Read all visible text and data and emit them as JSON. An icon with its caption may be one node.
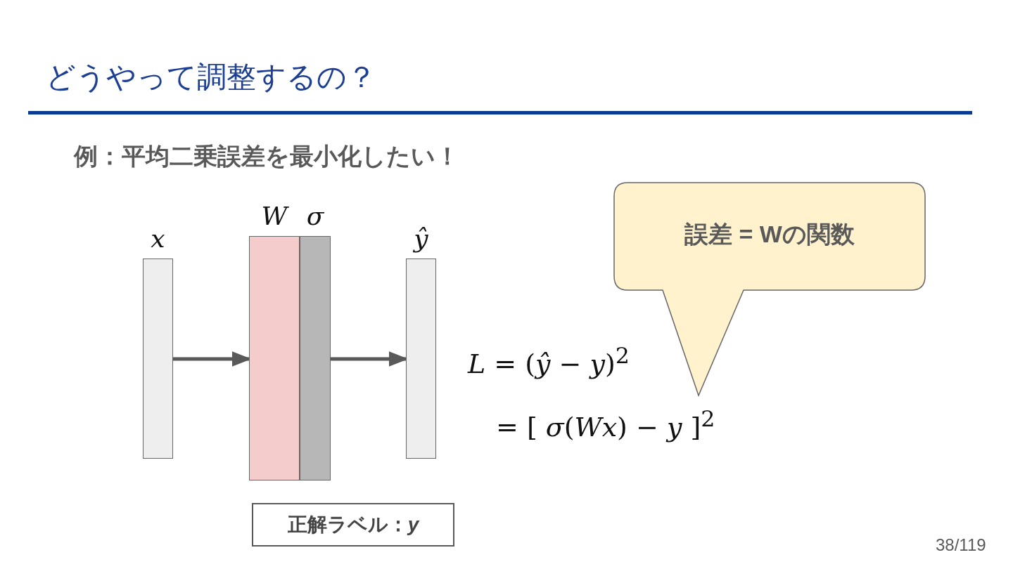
{
  "diagram": {
    "title": "どうやって調整するの？",
    "nodes": [
      {
        "text": [
          "x"
        ]
      },
      {
        "text": [
          "W"
        ]
      },
      {
        "text": [
          "σ"
        ]
      },
      {
        "text": [
          "ŷ"
        ]
      },
      {
        "text": [
          "誤差 = Wの関数"
        ]
      },
      {
        "text": [
          "正解ラベル：*y*"
        ]
      }
    ],
    "edges": [
      {
        "from": 0,
        "to": 1,
        "arrow": "to"
      },
      {
        "from": 2,
        "to": 3,
        "arrow": "to"
      }
    ],
    "labels": [
      "例：平均二乗誤差を最小化したい！",
      "*L* = (*ŷ* − *y*)$^{2}$",
      "= [ *σ*(*Wx*) − *y* ]$^{2}$",
      "38/119"
    ]
  }
}
